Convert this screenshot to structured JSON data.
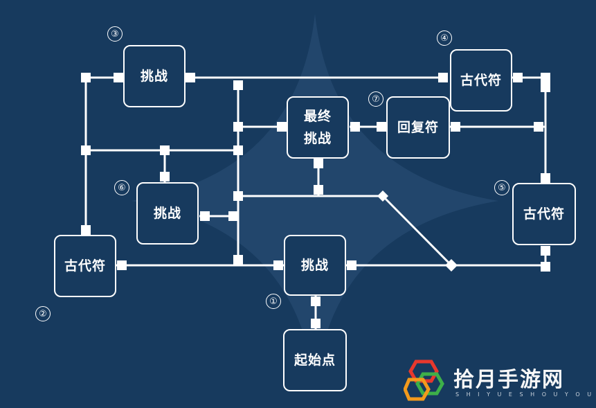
{
  "nodes": {
    "start": "起始点",
    "challenge_1": "挑战",
    "ancient_2": "古代符",
    "challenge_3": "挑战",
    "ancient_4": "古代符",
    "ancient_5": "古代符",
    "challenge_6": "挑战",
    "restore_7": "回复符",
    "final_challenge": "最终\n挑战"
  },
  "markers": [
    "①",
    "②",
    "③",
    "④",
    "⑤",
    "⑥",
    "⑦"
  ],
  "watermark": {
    "title": "拾月手游网",
    "sub": "S H I Y U E S H O U Y O U"
  },
  "colors": {
    "background": "#173a5e",
    "line": "#ffffff",
    "logo_red": "#e8382d",
    "logo_orange": "#f39a1c",
    "logo_green": "#3db049"
  }
}
